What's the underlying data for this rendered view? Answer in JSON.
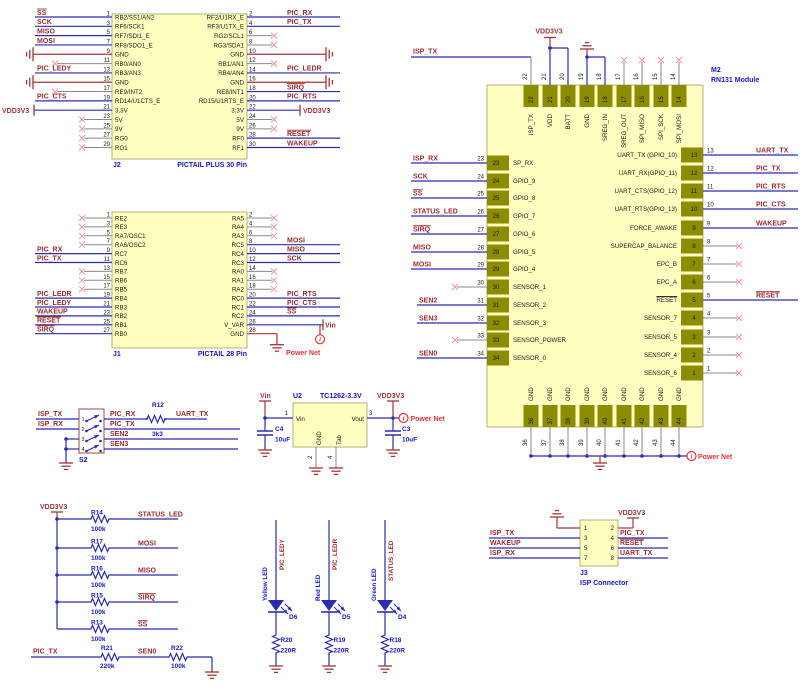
{
  "colors": {
    "body": "#FFFFC0",
    "body_border": "#9F9F63",
    "pad": "#8C8C00",
    "wire": "#2B2BB0",
    "pin_wire": "#8A8A8A",
    "pin_text": "#1A1A1A",
    "net": "#9E2B2B",
    "power": "#A23636",
    "probe": "#E93535",
    "value": "#1717C9",
    "xmark": "#EC9898",
    "switch": "#A34848"
  },
  "probe": {
    "glyph": "i"
  },
  "j2": {
    "designator": "J2",
    "title": "PICTAIL PLUS 30 Pin",
    "rows": [
      {
        "ln": "1",
        "lname": "RB2/SS1/AN2",
        "rn": "2",
        "rname": "RF2/U1RX_E",
        "l": {
          "t": "net",
          "v": "SS",
          "ovl": true
        },
        "r": {
          "t": "net",
          "v": "PIC_RX"
        }
      },
      {
        "ln": "3",
        "lname": "RF6/SCK1",
        "rn": "4",
        "rname": "RF3/U1TX_E",
        "l": {
          "t": "net",
          "v": "SCK"
        },
        "r": {
          "t": "net",
          "v": "PIC_TX"
        }
      },
      {
        "ln": "5",
        "lname": "RF7/SDI1_E",
        "rn": "6",
        "rname": "RG2/SCL1",
        "l": {
          "t": "net",
          "v": "MISO"
        },
        "r": {
          "t": "x"
        }
      },
      {
        "ln": "7",
        "lname": "RF8/SDO1_E",
        "rn": "8",
        "rname": "RG3/SDA1",
        "l": {
          "t": "net",
          "v": "MOSI"
        },
        "r": {
          "t": "x"
        }
      },
      {
        "ln": "9",
        "lname": "GND",
        "rn": "10",
        "rname": "GND",
        "l": {
          "t": "gnd"
        },
        "r": {
          "t": "gnd"
        }
      },
      {
        "ln": "11",
        "lname": "RB0/AN0",
        "rn": "12",
        "rname": "RB1/AN1",
        "l": {
          "t": "xlong"
        },
        "r": {
          "t": "x"
        }
      },
      {
        "ln": "13",
        "lname": "RB3/AN3",
        "rn": "14",
        "rname": "RB4/AN4",
        "l": {
          "t": "net",
          "v": "PIC_LEDY"
        },
        "r": {
          "t": "net",
          "v": "PIC_LEDR"
        }
      },
      {
        "ln": "15",
        "lname": "GND",
        "rn": "16",
        "rname": "GND",
        "l": {
          "t": "gnd"
        },
        "r": {
          "t": "gnd"
        }
      },
      {
        "ln": "17",
        "lname": "RE9/INT2",
        "rn": "18",
        "rname": "RE8/INT1",
        "l": {
          "t": "xlong"
        },
        "r": {
          "t": "net",
          "v": "SIRQ",
          "ovl": true
        }
      },
      {
        "ln": "19",
        "lname": "RD14/U1CTS_E",
        "rn": "20",
        "rname": "RD15/U1RTS_E",
        "l": {
          "t": "net",
          "v": "PIC_CTS"
        },
        "r": {
          "t": "net",
          "v": "PIC_RTS"
        }
      },
      {
        "ln": "21",
        "lname": "3.3V",
        "rn": "22",
        "rname": "3.3V",
        "l": {
          "t": "vdd",
          "v": "VDD3V3"
        },
        "r": {
          "t": "vdd",
          "v": "VDD3V3"
        }
      },
      {
        "ln": "23",
        "lname": "5V",
        "rn": "24",
        "rname": "5V",
        "l": {
          "t": "x"
        },
        "r": {
          "t": "x"
        }
      },
      {
        "ln": "25",
        "lname": "9V",
        "rn": "26",
        "rname": "9V",
        "l": {
          "t": "x"
        },
        "r": {
          "t": "x"
        }
      },
      {
        "ln": "27",
        "lname": "RG0",
        "rn": "28",
        "rname": "RF0",
        "l": {
          "t": "x"
        },
        "r": {
          "t": "net",
          "v": "RESET",
          "ovl": true
        }
      },
      {
        "ln": "29",
        "lname": "RG1",
        "rn": "30",
        "rname": "RF1",
        "l": {
          "t": "x"
        },
        "r": {
          "t": "net",
          "v": "WAKEUP"
        }
      }
    ]
  },
  "j1": {
    "designator": "J1",
    "title": "PICTAIL 28 Pin",
    "power_net": "Power Net",
    "rows": [
      {
        "ln": "1",
        "lname": "RE2",
        "rn": "2",
        "rname": "RA5",
        "l": {
          "t": "x"
        },
        "r": {
          "t": "x"
        }
      },
      {
        "ln": "3",
        "lname": "RE3",
        "rn": "4",
        "rname": "RA4",
        "l": {
          "t": "x"
        },
        "r": {
          "t": "x"
        }
      },
      {
        "ln": "5",
        "lname": "RA7/OSC1",
        "rn": "6",
        "rname": "RA3",
        "l": {
          "t": "x"
        },
        "r": {
          "t": "x"
        }
      },
      {
        "ln": "7",
        "lname": "RA6/OSC2",
        "rn": "8",
        "rname": "RC5",
        "l": {
          "t": "x"
        },
        "r": {
          "t": "net",
          "v": "MOSI"
        }
      },
      {
        "ln": "9",
        "lname": "RC7",
        "rn": "10",
        "rname": "RC4",
        "l": {
          "t": "net",
          "v": "PIC_RX"
        },
        "r": {
          "t": "net",
          "v": "MISO"
        }
      },
      {
        "ln": "11",
        "lname": "RC6",
        "rn": "12",
        "rname": "RC3",
        "l": {
          "t": "net",
          "v": "PIC_TX"
        },
        "r": {
          "t": "net",
          "v": "SCK"
        }
      },
      {
        "ln": "13",
        "lname": "RB7",
        "rn": "14",
        "rname": "RA0",
        "l": {
          "t": "x"
        },
        "r": {
          "t": "x"
        }
      },
      {
        "ln": "15",
        "lname": "RB6",
        "rn": "16",
        "rname": "RA1",
        "l": {
          "t": "x"
        },
        "r": {
          "t": "x"
        }
      },
      {
        "ln": "17",
        "lname": "RB5",
        "rn": "18",
        "rname": "RA2",
        "l": {
          "t": "x"
        },
        "r": {
          "t": "x"
        }
      },
      {
        "ln": "19",
        "lname": "RB4",
        "rn": "20",
        "rname": "RC0",
        "l": {
          "t": "net",
          "v": "PIC_LEDR"
        },
        "r": {
          "t": "net",
          "v": "PIC_RTS"
        }
      },
      {
        "ln": "21",
        "lname": "RB3",
        "rn": "22",
        "rname": "RC1",
        "l": {
          "t": "net",
          "v": "PIC_LEDY"
        },
        "r": {
          "t": "net",
          "v": "PIC_CTS"
        }
      },
      {
        "ln": "23",
        "lname": "RB2",
        "rn": "24",
        "rname": "RC2",
        "l": {
          "t": "net",
          "v": "WAKEUP"
        },
        "r": {
          "t": "net",
          "v": "SS",
          "ovl": true
        }
      },
      {
        "ln": "25",
        "lname": "RB1",
        "rn": "26",
        "rname": "V_VAR",
        "l": {
          "t": "net",
          "v": "RESET",
          "ovl": true
        },
        "r": {
          "t": "vin",
          "v": "Vin"
        }
      },
      {
        "ln": "27",
        "lname": "RB0",
        "rn": "28",
        "rname": "GND",
        "l": {
          "t": "net",
          "v": "SIRQ",
          "ovl": true
        },
        "r": {
          "t": "gndnet"
        }
      }
    ]
  },
  "m2": {
    "designator": "M2",
    "title": "RN131 Module",
    "isp_tx": "ISP_TX",
    "vdd": "VDD3V3",
    "power_net": "Power Net",
    "top": [
      {
        "n": "22",
        "name": "ISP_TX"
      },
      {
        "n": "21",
        "name": "VDD"
      },
      {
        "n": "20",
        "name": "BATT"
      },
      {
        "n": "19",
        "name": "GND"
      },
      {
        "n": "18",
        "name": "SREG_IN"
      },
      {
        "n": "17",
        "name": "SREG_OUT"
      },
      {
        "n": "16",
        "name": "SPI_MISO"
      },
      {
        "n": "15",
        "name": "SPI_SCK"
      },
      {
        "n": "14",
        "name": "SPI_MOSI"
      }
    ],
    "left": [
      {
        "n": "23",
        "name": "SP_RX",
        "ext": {
          "t": "net",
          "v": "ISP_RX"
        }
      },
      {
        "n": "24",
        "name": "GPIO_9",
        "ext": {
          "t": "net",
          "v": "SCK"
        }
      },
      {
        "n": "25",
        "name": "GPIO_8",
        "ext": {
          "t": "net",
          "v": "SS",
          "ovl": true
        }
      },
      {
        "n": "26",
        "name": "GPIO_7",
        "ext": {
          "t": "net",
          "v": "STATUS_LED"
        }
      },
      {
        "n": "27",
        "name": "GPIO_6",
        "ext": {
          "t": "net",
          "v": "SIRQ",
          "ovl": true
        }
      },
      {
        "n": "28",
        "name": "GPIO_5",
        "ext": {
          "t": "net",
          "v": "MISO"
        }
      },
      {
        "n": "29",
        "name": "GPIO_4",
        "ext": {
          "t": "net",
          "v": "MOSI"
        }
      },
      {
        "n": "30",
        "name": "SENSOR_1",
        "ext": {
          "t": "x"
        }
      },
      {
        "n": "31",
        "name": "SENSOR_2",
        "ext": {
          "t": "net",
          "v": "SEN2",
          "short": true
        }
      },
      {
        "n": "32",
        "name": "SENSOR_3",
        "ext": {
          "t": "net",
          "v": "SEN3",
          "short": true
        }
      },
      {
        "n": "33",
        "name": "SENSOR_POWER",
        "ext": {
          "t": "x"
        }
      },
      {
        "n": "34",
        "name": "SENSOR_0",
        "ext": {
          "t": "net",
          "v": "SEN0",
          "short": true
        }
      }
    ],
    "right": [
      {
        "n": "13",
        "name": "UART_TX (GPIO_10)",
        "ext": {
          "t": "net",
          "v": "UART_TX"
        }
      },
      {
        "n": "12",
        "name": "UART_RX(GPIO_11)",
        "ext": {
          "t": "net",
          "v": "PIC_TX"
        }
      },
      {
        "n": "11",
        "name": "UART_CTS(GPIO_12)",
        "ext": {
          "t": "net",
          "v": "PIC_RTS"
        }
      },
      {
        "n": "10",
        "name": "UART_RTS(GPIO_13)",
        "ext": {
          "t": "net",
          "v": "PIC_CTS"
        }
      },
      {
        "n": "9",
        "name": "FORCE_AWAKE",
        "ext": {
          "t": "net",
          "v": "WAKEUP"
        }
      },
      {
        "n": "8",
        "name": "SUPERCAP_BALANCE",
        "ext": {
          "t": "x"
        }
      },
      {
        "n": "7",
        "name": "EPC_B",
        "ext": {
          "t": "x"
        }
      },
      {
        "n": "6",
        "name": "EPC_A",
        "ext": {
          "t": "x"
        }
      },
      {
        "n": "5",
        "name": "RESET",
        "novl": true,
        "ext": {
          "t": "net",
          "v": "RESET",
          "ovl": true
        }
      },
      {
        "n": "4",
        "name": "SENSOR_7",
        "ext": {
          "t": "x"
        }
      },
      {
        "n": "3",
        "name": "SENSOR_5",
        "ext": {
          "t": "x"
        }
      },
      {
        "n": "2",
        "name": "SENSOR_4",
        "ext": {
          "t": "x"
        }
      },
      {
        "n": "1",
        "name": "SENSOR_6",
        "ext": {
          "t": "x"
        }
      }
    ],
    "bottom": [
      {
        "n": "36",
        "name": "GND"
      },
      {
        "n": "37",
        "name": "GND"
      },
      {
        "n": "38",
        "name": "GND"
      },
      {
        "n": "39",
        "name": "GND"
      },
      {
        "n": "40",
        "name": "GND"
      },
      {
        "n": "41",
        "name": "GND"
      },
      {
        "n": "42",
        "name": "GND"
      },
      {
        "n": "43",
        "name": "GND"
      },
      {
        "n": "44",
        "name": "GND"
      }
    ]
  },
  "s2": {
    "designator": "S2",
    "numbers": [
      "1",
      "2",
      "3",
      "4"
    ],
    "left": [
      "ISP_TX",
      "ISP_RX"
    ],
    "right": [
      "PIC_RX",
      "PIC_TX",
      "SEN2",
      "SEN3"
    ]
  },
  "r12": {
    "name": "R12",
    "value": "3k3",
    "net": "UART_TX"
  },
  "u2": {
    "designator": "U2",
    "part": "TC1262-3.3V",
    "vin": "Vin",
    "vdd": "VDD3V3",
    "power_net": "Power Net",
    "nums": [
      "1",
      "2",
      "3",
      "4"
    ],
    "pins": {
      "p1": "Vin",
      "p2": "GND",
      "p3": "Vout",
      "p4": "Tab"
    },
    "c4": {
      "name": "C4",
      "value": "10uF"
    },
    "c3": {
      "name": "C3",
      "value": "10uF"
    }
  },
  "pullups": {
    "vdd": "VDD3V3",
    "rows": [
      {
        "name": "R14",
        "value": "100k",
        "net": "STATUS_LED"
      },
      {
        "name": "R17",
        "value": "100k",
        "net": "MOSI"
      },
      {
        "name": "R16",
        "value": "100k",
        "net": "MISO"
      },
      {
        "name": "R15",
        "value": "100k",
        "net": "SIRQ",
        "ovl": true
      },
      {
        "name": "R13",
        "value": "100k",
        "net": "SS",
        "ovl": true
      }
    ]
  },
  "divider": {
    "left_net": "PIC_TX",
    "mid_net": "SEN0",
    "r21": {
      "name": "R21",
      "value": "220k"
    },
    "r22": {
      "name": "R22",
      "value": "100k"
    }
  },
  "leds": [
    {
      "color_label": "Yellow LED",
      "net": "PIC_LEDY",
      "designator": "D6",
      "res": "R20",
      "value": "220R"
    },
    {
      "color_label": "Red LED",
      "net": "PIC_LEDR",
      "designator": "D5",
      "res": "R19",
      "value": "220R"
    },
    {
      "color_label": "Green LED",
      "net": "STATUS_LED",
      "designator": "D4",
      "res": "R18",
      "value": "220R"
    }
  ],
  "j3": {
    "designator": "J3",
    "title": "ISP Connector",
    "vdd": "VDD3V3",
    "rows": [
      {
        "ln": "1",
        "rn": "2",
        "l": {
          "t": "gnd"
        },
        "r": {
          "t": "vdd",
          "v": "VDD3V3"
        }
      },
      {
        "ln": "3",
        "rn": "4",
        "l": {
          "t": "net",
          "v": "ISP_TX"
        },
        "r": {
          "t": "net",
          "v": "PIC_TX"
        }
      },
      {
        "ln": "5",
        "rn": "6",
        "l": {
          "t": "net",
          "v": "WAKEUP"
        },
        "r": {
          "t": "net",
          "v": "RESET",
          "ovl": true
        }
      },
      {
        "ln": "7",
        "rn": "8",
        "l": {
          "t": "net",
          "v": "ISP_RX"
        },
        "r": {
          "t": "net",
          "v": "UART_TX"
        }
      }
    ]
  }
}
